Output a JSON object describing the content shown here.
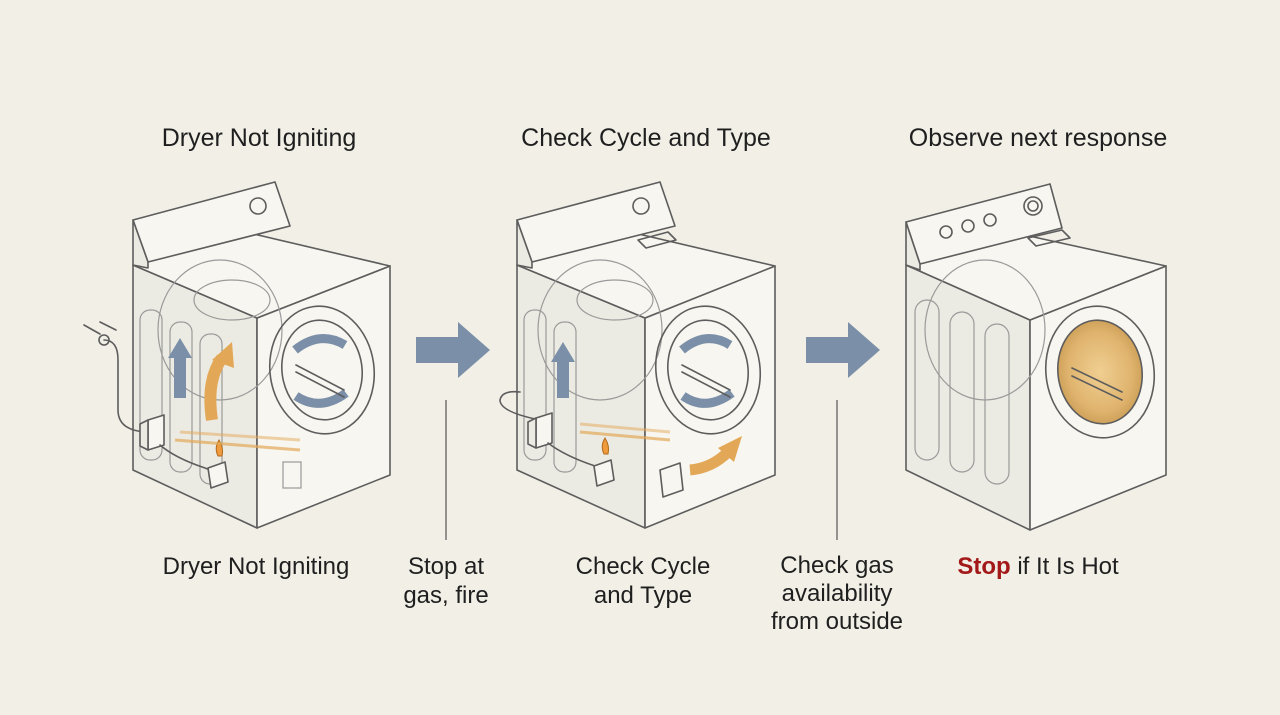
{
  "steps": [
    {
      "title": "Dryer Not Igniting",
      "caption": "Dryer Not Igniting"
    },
    {
      "title": "Check Cycle and Type",
      "caption_lines": [
        "Check Cycle",
        "and Type"
      ]
    },
    {
      "title": "Observe next response",
      "caption_stop": "Stop",
      "caption_rest": " if It Is Hot"
    }
  ],
  "connectors": [
    {
      "label_lines": [
        "Stop at",
        "gas, fire"
      ]
    },
    {
      "label_lines": [
        "Check gas",
        "availability",
        "from outside"
      ]
    }
  ],
  "colors": {
    "background": "#f1efe6",
    "arrow_blue": "#7b90a8",
    "arrow_orange": "#e3a857",
    "flame": "#ef9a3c",
    "stop_red": "#a31818",
    "drum_glow": "#e2b874"
  }
}
